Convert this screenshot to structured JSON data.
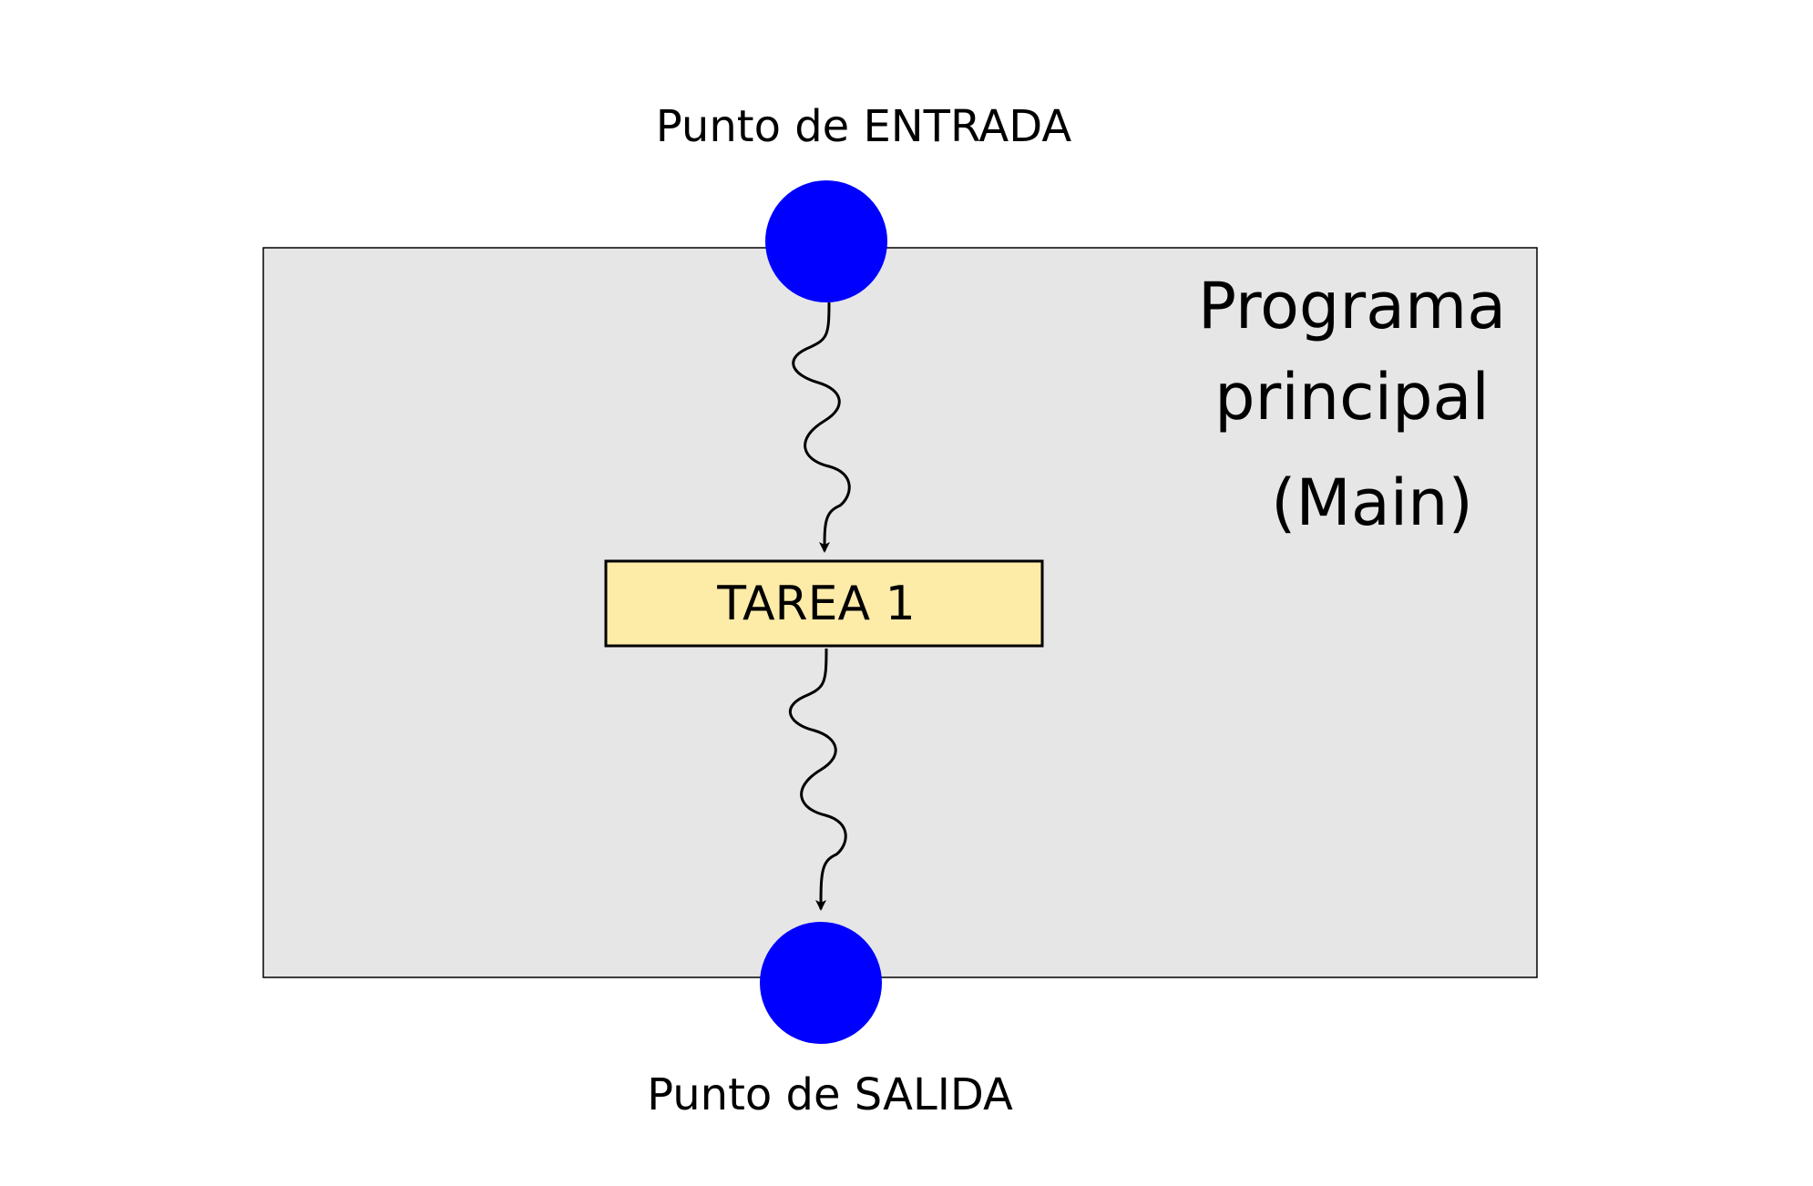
{
  "entry": {
    "label": "Punto de ENTRADA"
  },
  "exit": {
    "label": "Punto de SALIDA"
  },
  "program": {
    "title_lines": [
      "Programa",
      "principal",
      "(Main)"
    ]
  },
  "task": {
    "label": "TAREA 1"
  },
  "colors": {
    "node": "#0000ff",
    "program_bg": "#e6e6e6",
    "task_bg": "#fdeba8",
    "stroke": "#000000"
  }
}
